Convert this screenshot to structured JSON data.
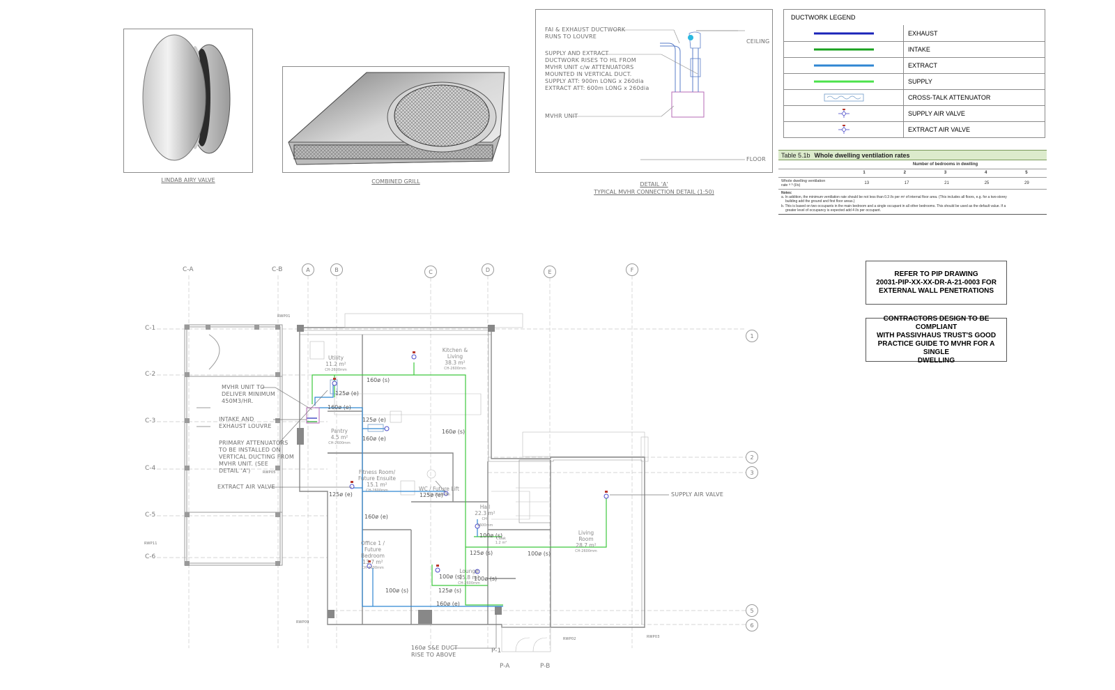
{
  "details": {
    "lindab_caption": "LINDAB AIRY VALVE",
    "grill_caption": "COMBINED GRILL",
    "detail_a_title": "DETAIL 'A'",
    "detail_a_subtitle": "TYPICAL MVHR CONNECTION DETAIL (1:50)",
    "detail_a_notes": {
      "fai": [
        "FAI & EXHAUST DUCTWORK",
        "RUNS TO LOUVRE"
      ],
      "rises": [
        "SUPPLY AND EXTRACT",
        "DUCTWORK RISES TO HL FROM",
        "MVHR UNIT c/w ATTENUATORS",
        "MOUNTED IN VERTICAL DUCT.",
        "SUPPLY ATT: 900m LONG x 260dia",
        "EXTRACT ATT: 600m LONG x 260dia"
      ],
      "unit": "MVHR UNIT",
      "ceiling": "CEILING",
      "floor": "FLOOR"
    }
  },
  "legend": {
    "title": "DUCTWORK LEGEND",
    "items": [
      {
        "label": "EXHAUST",
        "color": "#1a23b8",
        "kind": "line"
      },
      {
        "label": "INTAKE",
        "color": "#19a21f",
        "kind": "line"
      },
      {
        "label": "EXTRACT",
        "color": "#2f86d2",
        "kind": "line"
      },
      {
        "label": "SUPPLY",
        "color": "#4be24b",
        "kind": "line"
      },
      {
        "label": "CROSS-TALK ATTENUATOR",
        "color": "#6f9ac8",
        "kind": "attenuator"
      },
      {
        "label": "SUPPLY AIR VALVE",
        "color": "#4a4ac8",
        "kind": "valve"
      },
      {
        "label": "EXTRACT AIR VALVE",
        "color": "#4a4ac8",
        "kind": "valve"
      }
    ]
  },
  "vent_table": {
    "number": "Table 5.1b",
    "title": "Whole dwelling ventilation rates",
    "header": "Number of bedrooms in dwelling",
    "bedrooms": [
      "1",
      "2",
      "3",
      "4",
      "5"
    ],
    "row_label": [
      "Whole dwelling ventilation",
      "rate ᵃ ᵇ (l/s)"
    ],
    "values": [
      "13",
      "17",
      "21",
      "25",
      "29"
    ],
    "notes_title": "Notes:",
    "note_a": [
      "a. In addition, the minimum ventilation rate should be not less than 0.3 l/s per m² of internal floor area. (This includes all floors, e.g. for a two-storey",
      "building add the ground and first floor areas.)"
    ],
    "note_b": [
      "b. This is based on two occupants in the main bedroom and a single occupant in all other bedrooms. This should be used as the default value. If a",
      "greater level of occupancy is expected add 4 l/s per occupant."
    ]
  },
  "notes": {
    "pip": [
      "REFER TO PIP DRAWING",
      "20031-PIP-XX-XX-DR-A-21-0003 FOR",
      "EXTERNAL WALL PENETRATIONS"
    ],
    "passivhaus": [
      "CONTRACTORS DESIGN TO BE COMPLIANT",
      "WITH PASSIVHAUS TRUST'S GOOD",
      "PRACTICE GUIDE TO MVHR FOR A SINGLE",
      "DWELLING"
    ]
  },
  "grid": {
    "top": [
      "C-A",
      "C-B",
      "A",
      "B",
      "C",
      "D",
      "E",
      "F"
    ],
    "left": [
      "C-1",
      "C-2",
      "C-3",
      "C-4",
      "C-5",
      "C-6"
    ],
    "right": [
      "1",
      "2",
      "3",
      "5",
      "6"
    ],
    "bottom": [
      "P-1",
      "P-A",
      "P-B"
    ],
    "rwp": [
      "RWP01",
      "RWP05",
      "RWP11",
      "RWP09",
      "RWP02",
      "RWP03"
    ]
  },
  "rooms": {
    "utility": {
      "name": "Utility",
      "area": "11.2 m²",
      "ch": "CH-2600mm"
    },
    "kitchen": {
      "name": [
        "Kitchen &",
        "Living"
      ],
      "area": "38.3 m²",
      "ch": "CH-2600mm"
    },
    "pantry": {
      "name": "Pantry",
      "area": "4.5 m²",
      "ch": "CH-2600mm"
    },
    "fitness": {
      "name": [
        "Fitness Room/",
        "Future Ensuite"
      ],
      "area": "15.1 m²",
      "ch": "CH-2600mm"
    },
    "wc": {
      "name": "WC / Future Lift",
      "ch": "CH-2600mm"
    },
    "hall": {
      "name": "Hall",
      "area": "22.3 m²",
      "ch": "CH-2600mm"
    },
    "living": {
      "name": "Living Room",
      "area": "28.7 m²",
      "ch": "CH-2600mm"
    },
    "office": {
      "name": [
        "Office 1 /",
        "Future",
        "Bedroom"
      ],
      "area": "13.7 m²",
      "ch": "CH-2600mm"
    },
    "lounge": {
      "name": "Lounge",
      "area": "15.8 m²",
      "ch": "CH-2600mm"
    },
    "cloak": {
      "name": [
        "Cloak",
        "1.2 m²"
      ]
    }
  },
  "annotations": {
    "mvhr": [
      "MVHR UNIT TO",
      "DELIVER MINIMUM",
      "450M3/HR."
    ],
    "louvre": [
      "INTAKE AND",
      "EXHAUST LOUVRE"
    ],
    "attenuators": [
      "PRIMARY ATTENUATORS",
      "TO BE INSTALLED ON",
      "VERTICAL DUCTING FROM",
      "MVHR UNIT. (SEE",
      "DETAIL 'A')"
    ],
    "extract_valve": "EXTRACT AIR VALVE",
    "supply_valve": "SUPPLY AIR VALVE",
    "riser": [
      "160ø S&E DUCT",
      "RISE TO ABOVE"
    ]
  },
  "duct_labels": [
    "160ø (s)",
    "125ø (e)",
    "160ø (e)",
    "125ø (e)",
    "160ø (e)",
    "160ø (s)",
    "125ø (e)",
    "125ø (e)",
    "160ø (e)",
    "100ø (s)",
    "125ø (s)",
    "100ø (s)",
    "100ø (s)",
    "100ø (s)",
    "125ø (s)",
    "160ø (e)",
    "100ø (s)"
  ]
}
